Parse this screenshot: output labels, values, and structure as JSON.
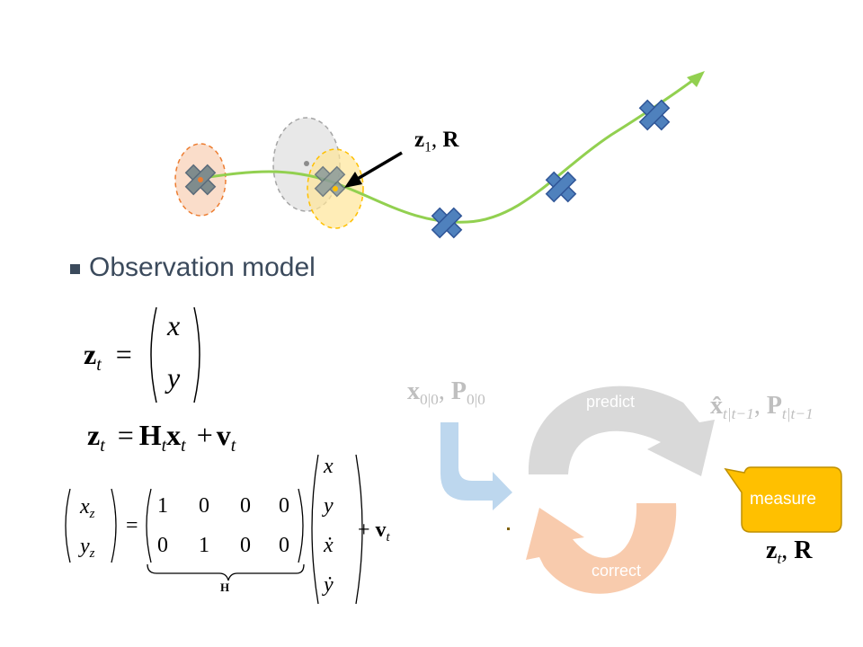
{
  "trajectory": {
    "label_z1": "z",
    "label_z1_sub": "1",
    "label_R": "R"
  },
  "bullet": {
    "text": "Observation model"
  },
  "equations": {
    "eq1_lhs": "z",
    "eq1_lhs_sub": "t",
    "eq1_vec": [
      "x",
      "y"
    ],
    "eq2": {
      "z": "z",
      "H": "H",
      "x": "x",
      "v": "v",
      "sub": "t"
    },
    "eq3": {
      "lhs": [
        "x",
        "y"
      ],
      "lhs_sub": "z",
      "matrix": [
        [
          "1",
          "0",
          "0",
          "0"
        ],
        [
          "0",
          "1",
          "0",
          "0"
        ]
      ],
      "state": [
        "x",
        "y",
        "ẋ",
        "ẏ"
      ],
      "brace_label": "H",
      "plus_v": "v",
      "plus_v_sub": "t"
    }
  },
  "cycle": {
    "initial_x": "x",
    "initial_x_sub": "0|0",
    "initial_P": "P",
    "initial_P_sub": "0|0",
    "pred_x": "x̂",
    "pred_sub": "t|t−1",
    "pred_P": "P",
    "predict_label": "predict",
    "correct_label": "correct",
    "measure_label": "measure",
    "meas_z": "z",
    "meas_z_sub": "t",
    "meas_R": "R"
  },
  "colors": {
    "path": "#92d050",
    "cross": "#4f81bd",
    "cross_gray": "#7f8c8d",
    "orange": "#f4b183",
    "yellow": "#ffe699",
    "predict_arrow": "#d9d9d9",
    "correct_arrow": "#f8cbad",
    "init_arrow": "#bdd7ee",
    "measure_box": "#ffc000",
    "text_gray": "#bfbfbf"
  }
}
